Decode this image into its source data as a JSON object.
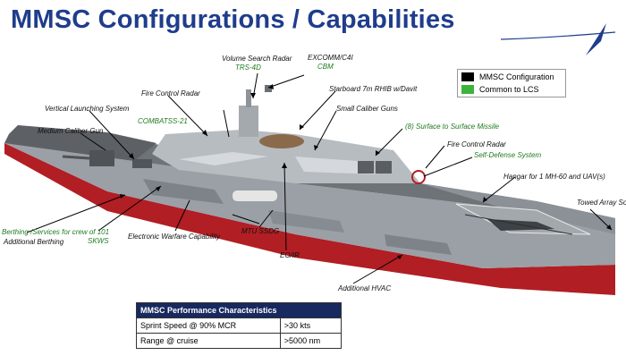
{
  "title": "MMSC Configurations / Capabilities",
  "legend": {
    "items": [
      {
        "label": "MMSC Configuration",
        "color": "#000000"
      },
      {
        "label": "Common to LCS",
        "color": "#3cb43c"
      }
    ]
  },
  "labels": {
    "volume_radar": "Volume Search Radar",
    "trs4d": "TRS-4D",
    "excomm": "EXCOMM/C4I",
    "cbm": "CBM",
    "fire_radar_1": "Fire Control Radar",
    "vls": "Vertical Launching System",
    "medium_gun": "Medium Caliber Gun",
    "combatss": "COMBATSS-21",
    "starboard_rhib": "Starboard 7m RHIB w/Davit",
    "small_guns": "Small Caliber Guns",
    "surface_missile": "(8) Surface to Surface Missile",
    "fire_radar_2": "Fire Control Radar",
    "self_defense": "Self-Defense System",
    "hangar": "Hangar for 1 MH-60 and UAV(s)",
    "towed_sonar": "Towed Array Sonar",
    "berthing_1": "Berthing /Services for crew of 101",
    "berthing_2": "Additional Berthing",
    "skws": "SKWS",
    "ew": "Electronic Warfare Capability",
    "mtu": "MTU SSDG",
    "eoir": "EO/IR",
    "hvac": "Additional HVAC"
  },
  "performance": {
    "header": "MMSC Performance Characteristics",
    "rows": [
      {
        "name": "Sprint Speed @ 90% MCR",
        "value": ">30 kts"
      },
      {
        "name": "Range @ cruise",
        "value": ">5000 nm"
      }
    ]
  },
  "colors": {
    "title": "#1f3d8c",
    "hull_red": "#b11e24",
    "hull_gray": "#9aa0a6",
    "deck": "#6e7378",
    "table_header": "#17295e"
  }
}
